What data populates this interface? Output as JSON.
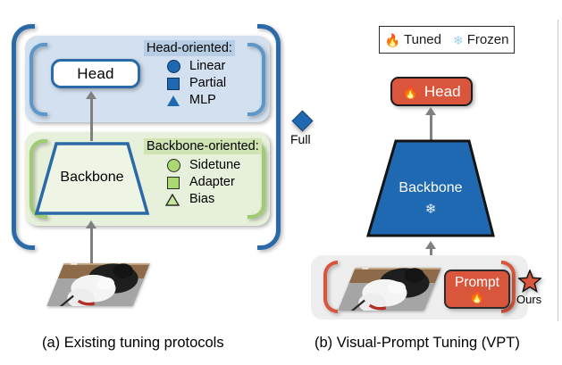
{
  "figure": {
    "panel_a": {
      "caption": "(a)  Existing tuning protocols",
      "head_box_label": "Head",
      "backbone_label": "Backbone",
      "head_group": {
        "title": "Head-oriented:",
        "items": [
          {
            "label": "Linear",
            "marker": "circle-marker",
            "color": "#1f69b3"
          },
          {
            "label": "Partial",
            "marker": "square-marker",
            "color": "#1f69b3"
          },
          {
            "label": "MLP",
            "marker": "triangle-marker",
            "color": "#1f69b3"
          }
        ]
      },
      "backbone_group": {
        "title": "Backbone-oriented:",
        "items": [
          {
            "label": "Sidetune",
            "marker": "circle-marker",
            "color": "#92d050"
          },
          {
            "label": "Adapter",
            "marker": "square-marker",
            "color": "#92d050"
          },
          {
            "label": "Bias",
            "marker": "triangle-marker",
            "color": "#92d050"
          }
        ]
      },
      "full_marker": {
        "label": "Full",
        "icon": "diamond-marker",
        "color": "#1f69b3"
      },
      "input_image_alt": "dog-photo"
    },
    "panel_b": {
      "caption": "(b) Visual-Prompt Tuning (VPT)",
      "legend": [
        {
          "label": "Tuned",
          "icon": "flame-icon",
          "glyph": "🔥"
        },
        {
          "label": "Frozen",
          "icon": "snowflake-icon",
          "glyph": "❄"
        }
      ],
      "head_box_label": "Head",
      "head_box_icon": "flame-icon",
      "head_box_glyph": "🔥",
      "backbone_label": "Backbone",
      "backbone_icon": "snowflake-icon",
      "backbone_glyph": "❄",
      "prompt_box_label": "Prompt",
      "prompt_box_icon": "flame-icon",
      "prompt_box_glyph": "🔥",
      "ours_label": "Ours",
      "ours_icon": "star-marker",
      "input_image_alt": "dog-photo"
    },
    "colors": {
      "blue_accent": "#2a6aa8",
      "blue_marker": "#1f69b3",
      "green_marker": "#92d050",
      "orange_accent": "#d9563c",
      "head_panel_bg": "#d2e0ef",
      "backbone_panel_bg": "#e6f0da",
      "gray_panel_bg": "#eeeeee",
      "arrow_gray": "#808080"
    }
  }
}
